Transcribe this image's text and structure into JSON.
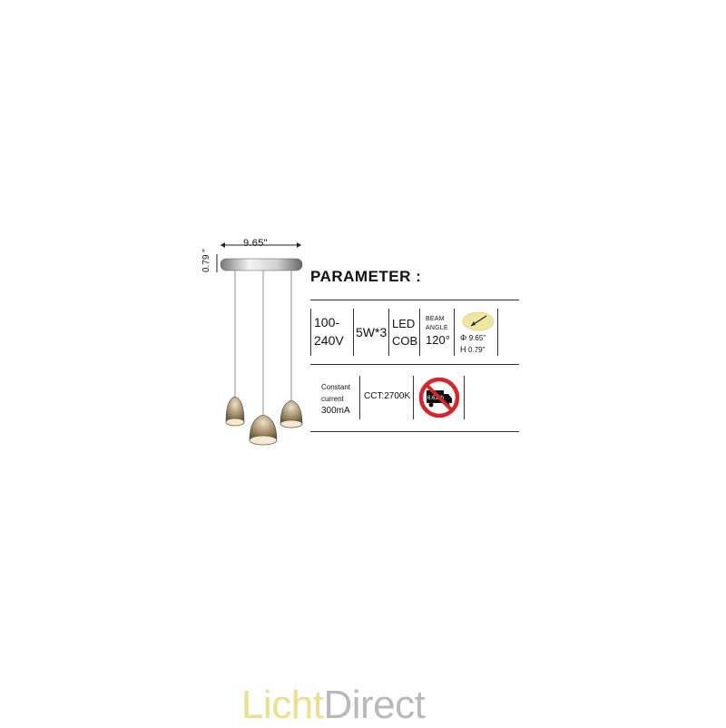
{
  "dimensions": {
    "width": "9.65\"",
    "height": "0.79 \""
  },
  "parameter": {
    "title": "PARAMETER :",
    "voltage_line1": "100-",
    "voltage_line2": "240V",
    "power": "5W*3",
    "led_line1": "LED",
    "led_line2": "COB",
    "beam_line1": "BEAM",
    "beam_line2": "ANGLE",
    "beam_value": "120°",
    "size_diameter": "Φ",
    "size_diameter_value": "9.65\"",
    "size_height": "H",
    "size_height_value": "0.79\"",
    "current_line1": "Constant",
    "current_line2": "current",
    "current_line3": "300mA",
    "cct": "CCT:2700K",
    "weight": "6.61 lb"
  },
  "brand": {
    "part1": "Licht",
    "part2": "Direct"
  },
  "colors": {
    "accent_yellow": "#e8e08a",
    "logo_grey": "#b9b9b9",
    "sign_red": "#d6262b",
    "shade_amber": "#8a7a5a"
  },
  "icons": [
    "beam-angle-icon",
    "no-truck-weight-icon"
  ]
}
